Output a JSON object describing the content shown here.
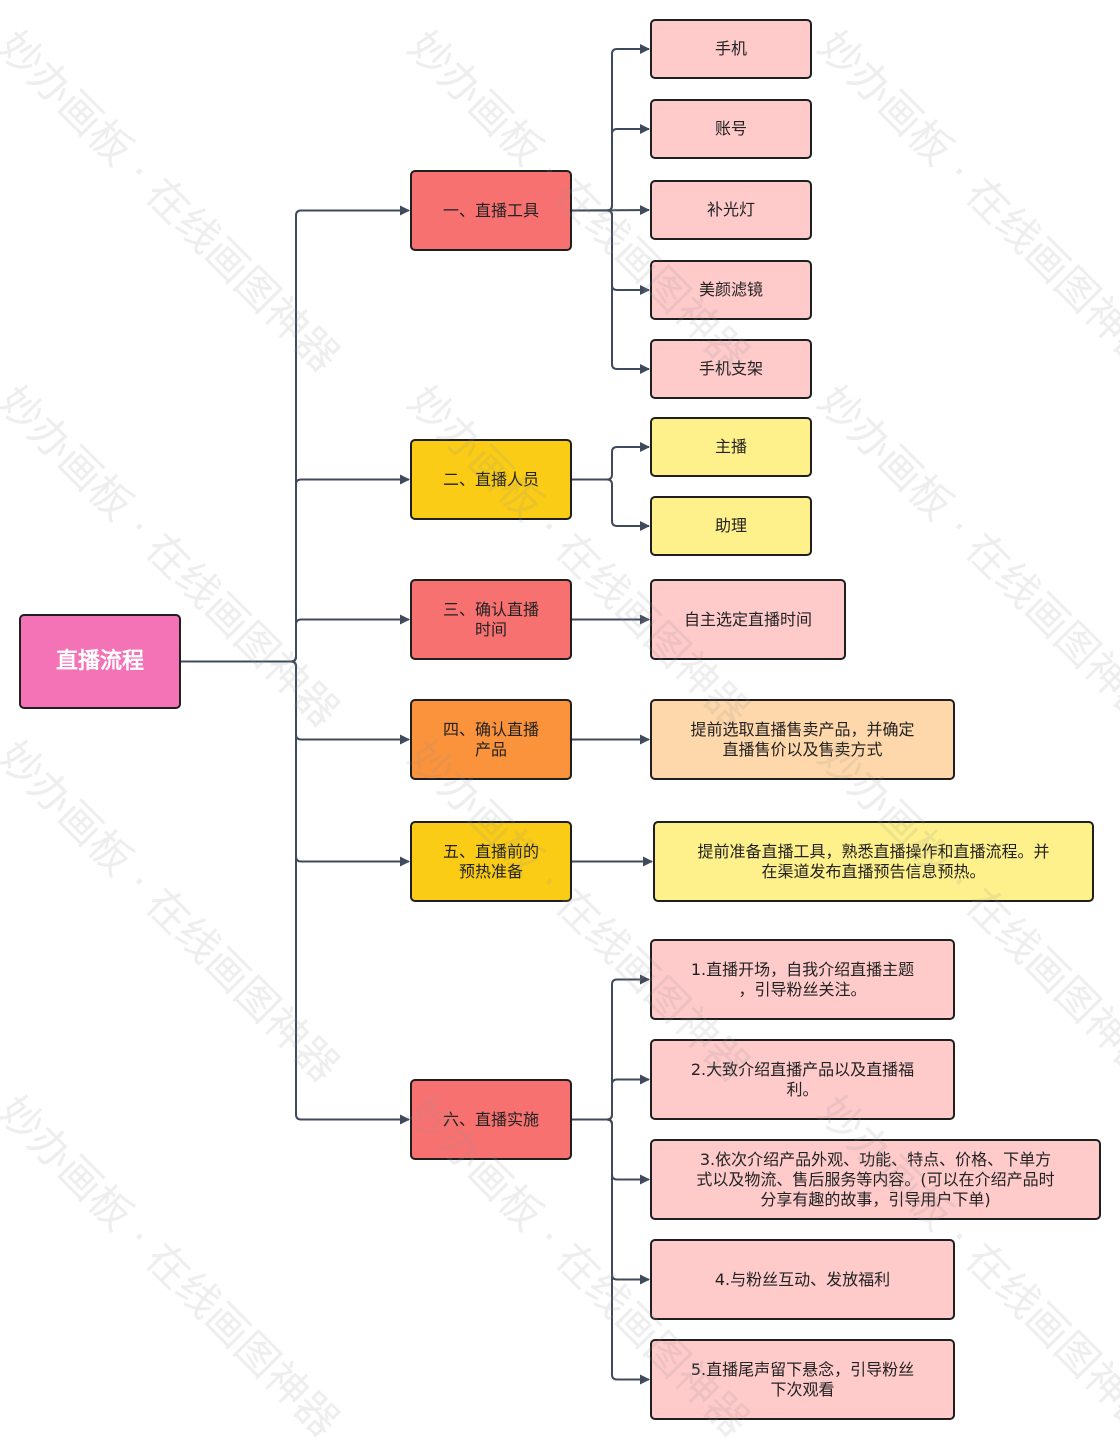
{
  "colors": {
    "root": "#F472B6",
    "red": "#F87171",
    "orange": "#FB923C",
    "yellow": "#FACC15",
    "pink_light": "#FECACA",
    "yellow_light": "#FEF08A",
    "peach_light": "#FED7AA",
    "line": "#3F4A5C"
  },
  "root": {
    "label": "直播流程"
  },
  "branches": [
    {
      "label": "一、直播工具",
      "children": [
        "手机",
        "账号",
        "补光灯",
        "美颜滤镜",
        "手机支架"
      ]
    },
    {
      "label": "二、直播人员",
      "children": [
        "主播",
        "助理"
      ]
    },
    {
      "label": "三、确认直播\n时间",
      "children": [
        "自主选定直播时间"
      ]
    },
    {
      "label": "四、确认直播\n产品",
      "children": [
        "提前选取直播售卖产品，并确定\n直播售价以及售卖方式"
      ]
    },
    {
      "label": "五、直播前的\n预热准备",
      "children": [
        "提前准备直播工具，熟悉直播操作和直播流程。并\n在渠道发布直播预告信息预热。"
      ]
    },
    {
      "label": "六、直播实施",
      "children": [
        "1.直播开场，自我介绍直播主题\n，引导粉丝关注。",
        "2.大致介绍直播产品以及直播福\n利。",
        "3.依次介绍产品外观、功能、特点、价格、下单方\n式以及物流、售后服务等内容。(可以在介绍产品时\n分享有趣的故事，引导用户下单)",
        "4.与粉丝互动、发放福利",
        "5.直播尾声留下悬念，引导粉丝\n下次观看"
      ]
    }
  ],
  "watermark": {
    "text": "妙办画板 · 在线画图神器"
  }
}
